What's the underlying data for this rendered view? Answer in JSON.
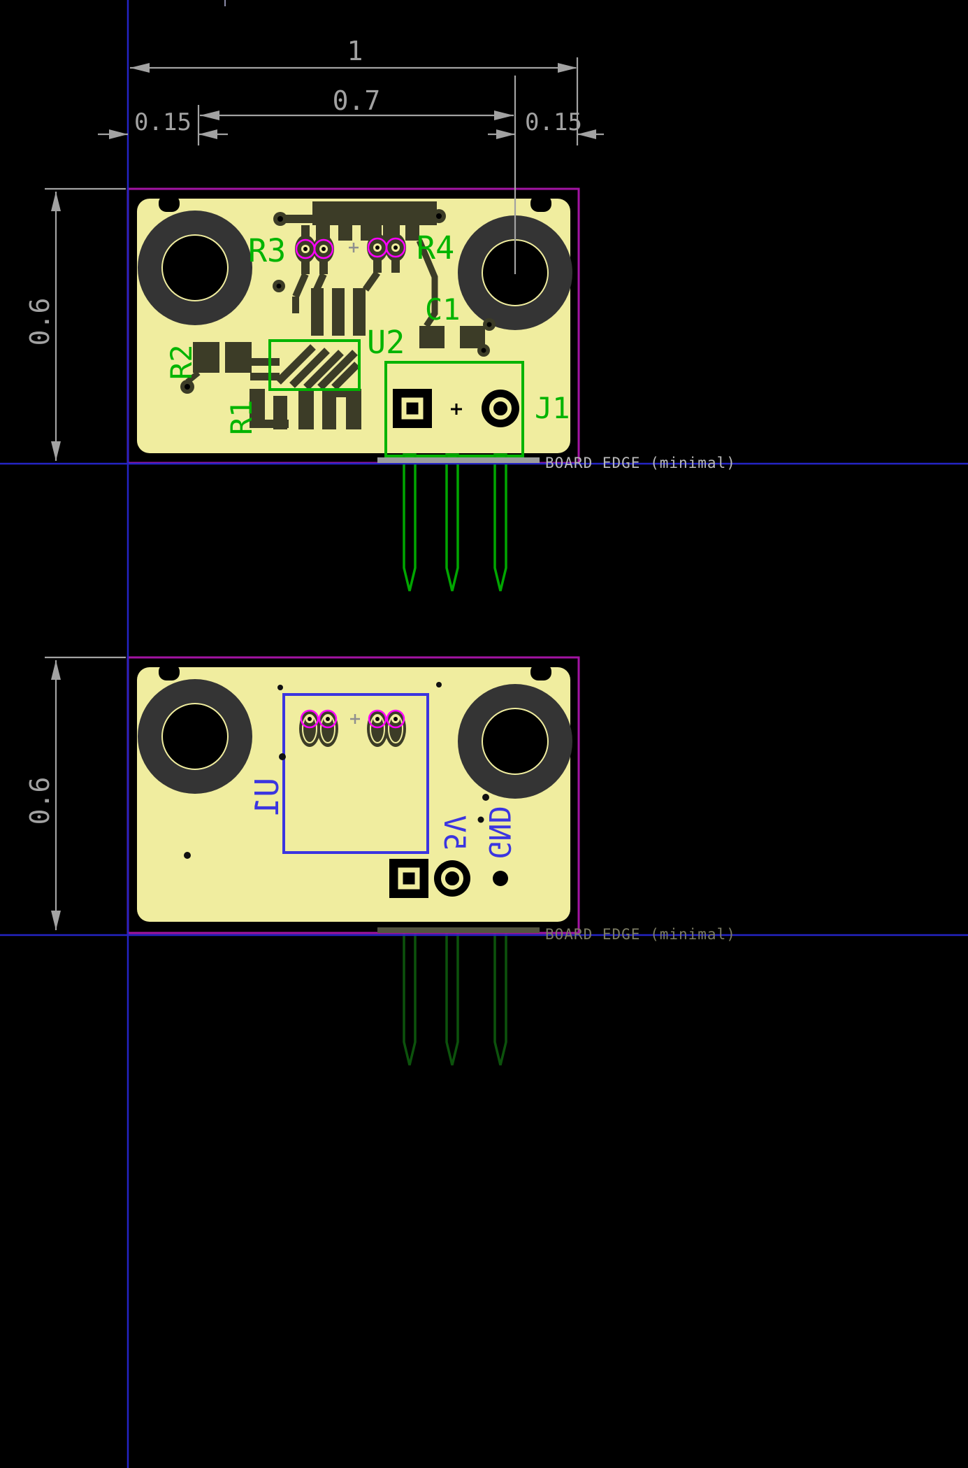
{
  "colors": {
    "background": "#000000",
    "board_substrate": "#f0ed9f",
    "copper": "#3c3c27",
    "silkscreen_green": "#00b400",
    "silkscreen_blue": "#3b35e0",
    "pad_highlight_magenta": "#ff00ff",
    "board_edge_purple": "#a314a3",
    "crosshair_blue": "#2424c4",
    "dimension_gray": "#a2a2a2",
    "drill_dark": "#343434",
    "pin_green": "#00a600",
    "pin_green_dark": "#0c520c",
    "edge_note_light": "#b9b9b9",
    "edge_note_dim": "#7c7c64"
  },
  "dimensions": {
    "overall_width": "1",
    "pin_span": "0.7",
    "left_margin": "0.15",
    "right_margin": "0.15",
    "board_height_top": "0.6",
    "board_height_bottom": "0.6"
  },
  "top_view": {
    "refdes": {
      "r1": "R1",
      "r2": "R2",
      "r3": "R3",
      "r4": "R4",
      "c1": "C1",
      "u2": "U2",
      "j1": "J1"
    },
    "board_edge_note": "BOARD EDGE (minimal)"
  },
  "bottom_view": {
    "refdes": {
      "u1": "U1"
    },
    "nets": {
      "v5": "5V",
      "gnd": "GND"
    },
    "board_edge_note": "BOARD EDGE (minimal)"
  }
}
